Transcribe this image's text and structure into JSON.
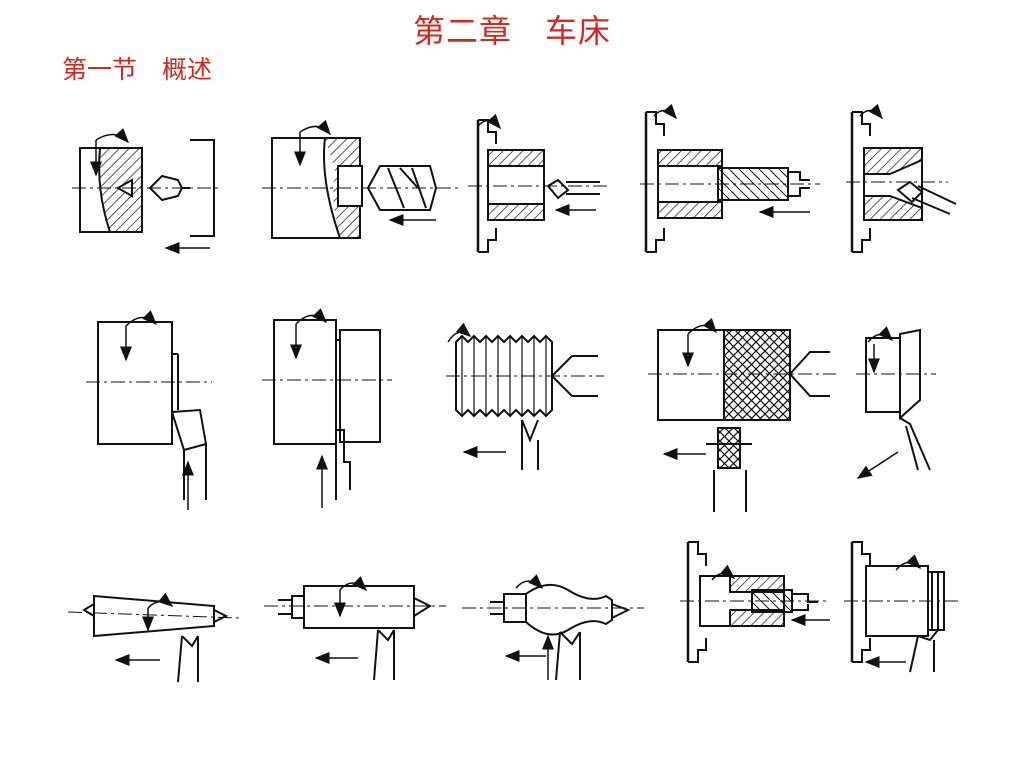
{
  "header": {
    "title": "第二章　车床",
    "subtitle": "第一节　概述"
  },
  "figure": {
    "rows": [
      {
        "cells": [
          {
            "id": "center-drilling",
            "icon": "center-drill-icon"
          },
          {
            "id": "drilling",
            "icon": "twist-drill-icon"
          },
          {
            "id": "boring",
            "icon": "boring-tool-icon"
          },
          {
            "id": "reaming",
            "icon": "reamer-icon"
          },
          {
            "id": "taper-boring",
            "icon": "taper-bore-icon"
          }
        ]
      },
      {
        "cells": [
          {
            "id": "facing",
            "icon": "facing-tool-icon"
          },
          {
            "id": "grooving",
            "icon": "grooving-tool-icon"
          },
          {
            "id": "thread-turning",
            "icon": "thread-tool-icon"
          },
          {
            "id": "knurling",
            "icon": "knurling-tool-icon"
          },
          {
            "id": "taper-face-turning",
            "icon": "taper-face-tool-icon"
          }
        ]
      },
      {
        "cells": [
          {
            "id": "taper-turning",
            "icon": "taper-turning-icon"
          },
          {
            "id": "cylindrical-turning",
            "icon": "cylindrical-turning-icon"
          },
          {
            "id": "form-turning",
            "icon": "form-turning-icon"
          },
          {
            "id": "tapping",
            "icon": "tap-icon"
          },
          {
            "id": "external-threading",
            "icon": "die-threading-icon"
          }
        ]
      }
    ],
    "colors": {
      "title": "#d1281f",
      "line": "#111111"
    }
  }
}
